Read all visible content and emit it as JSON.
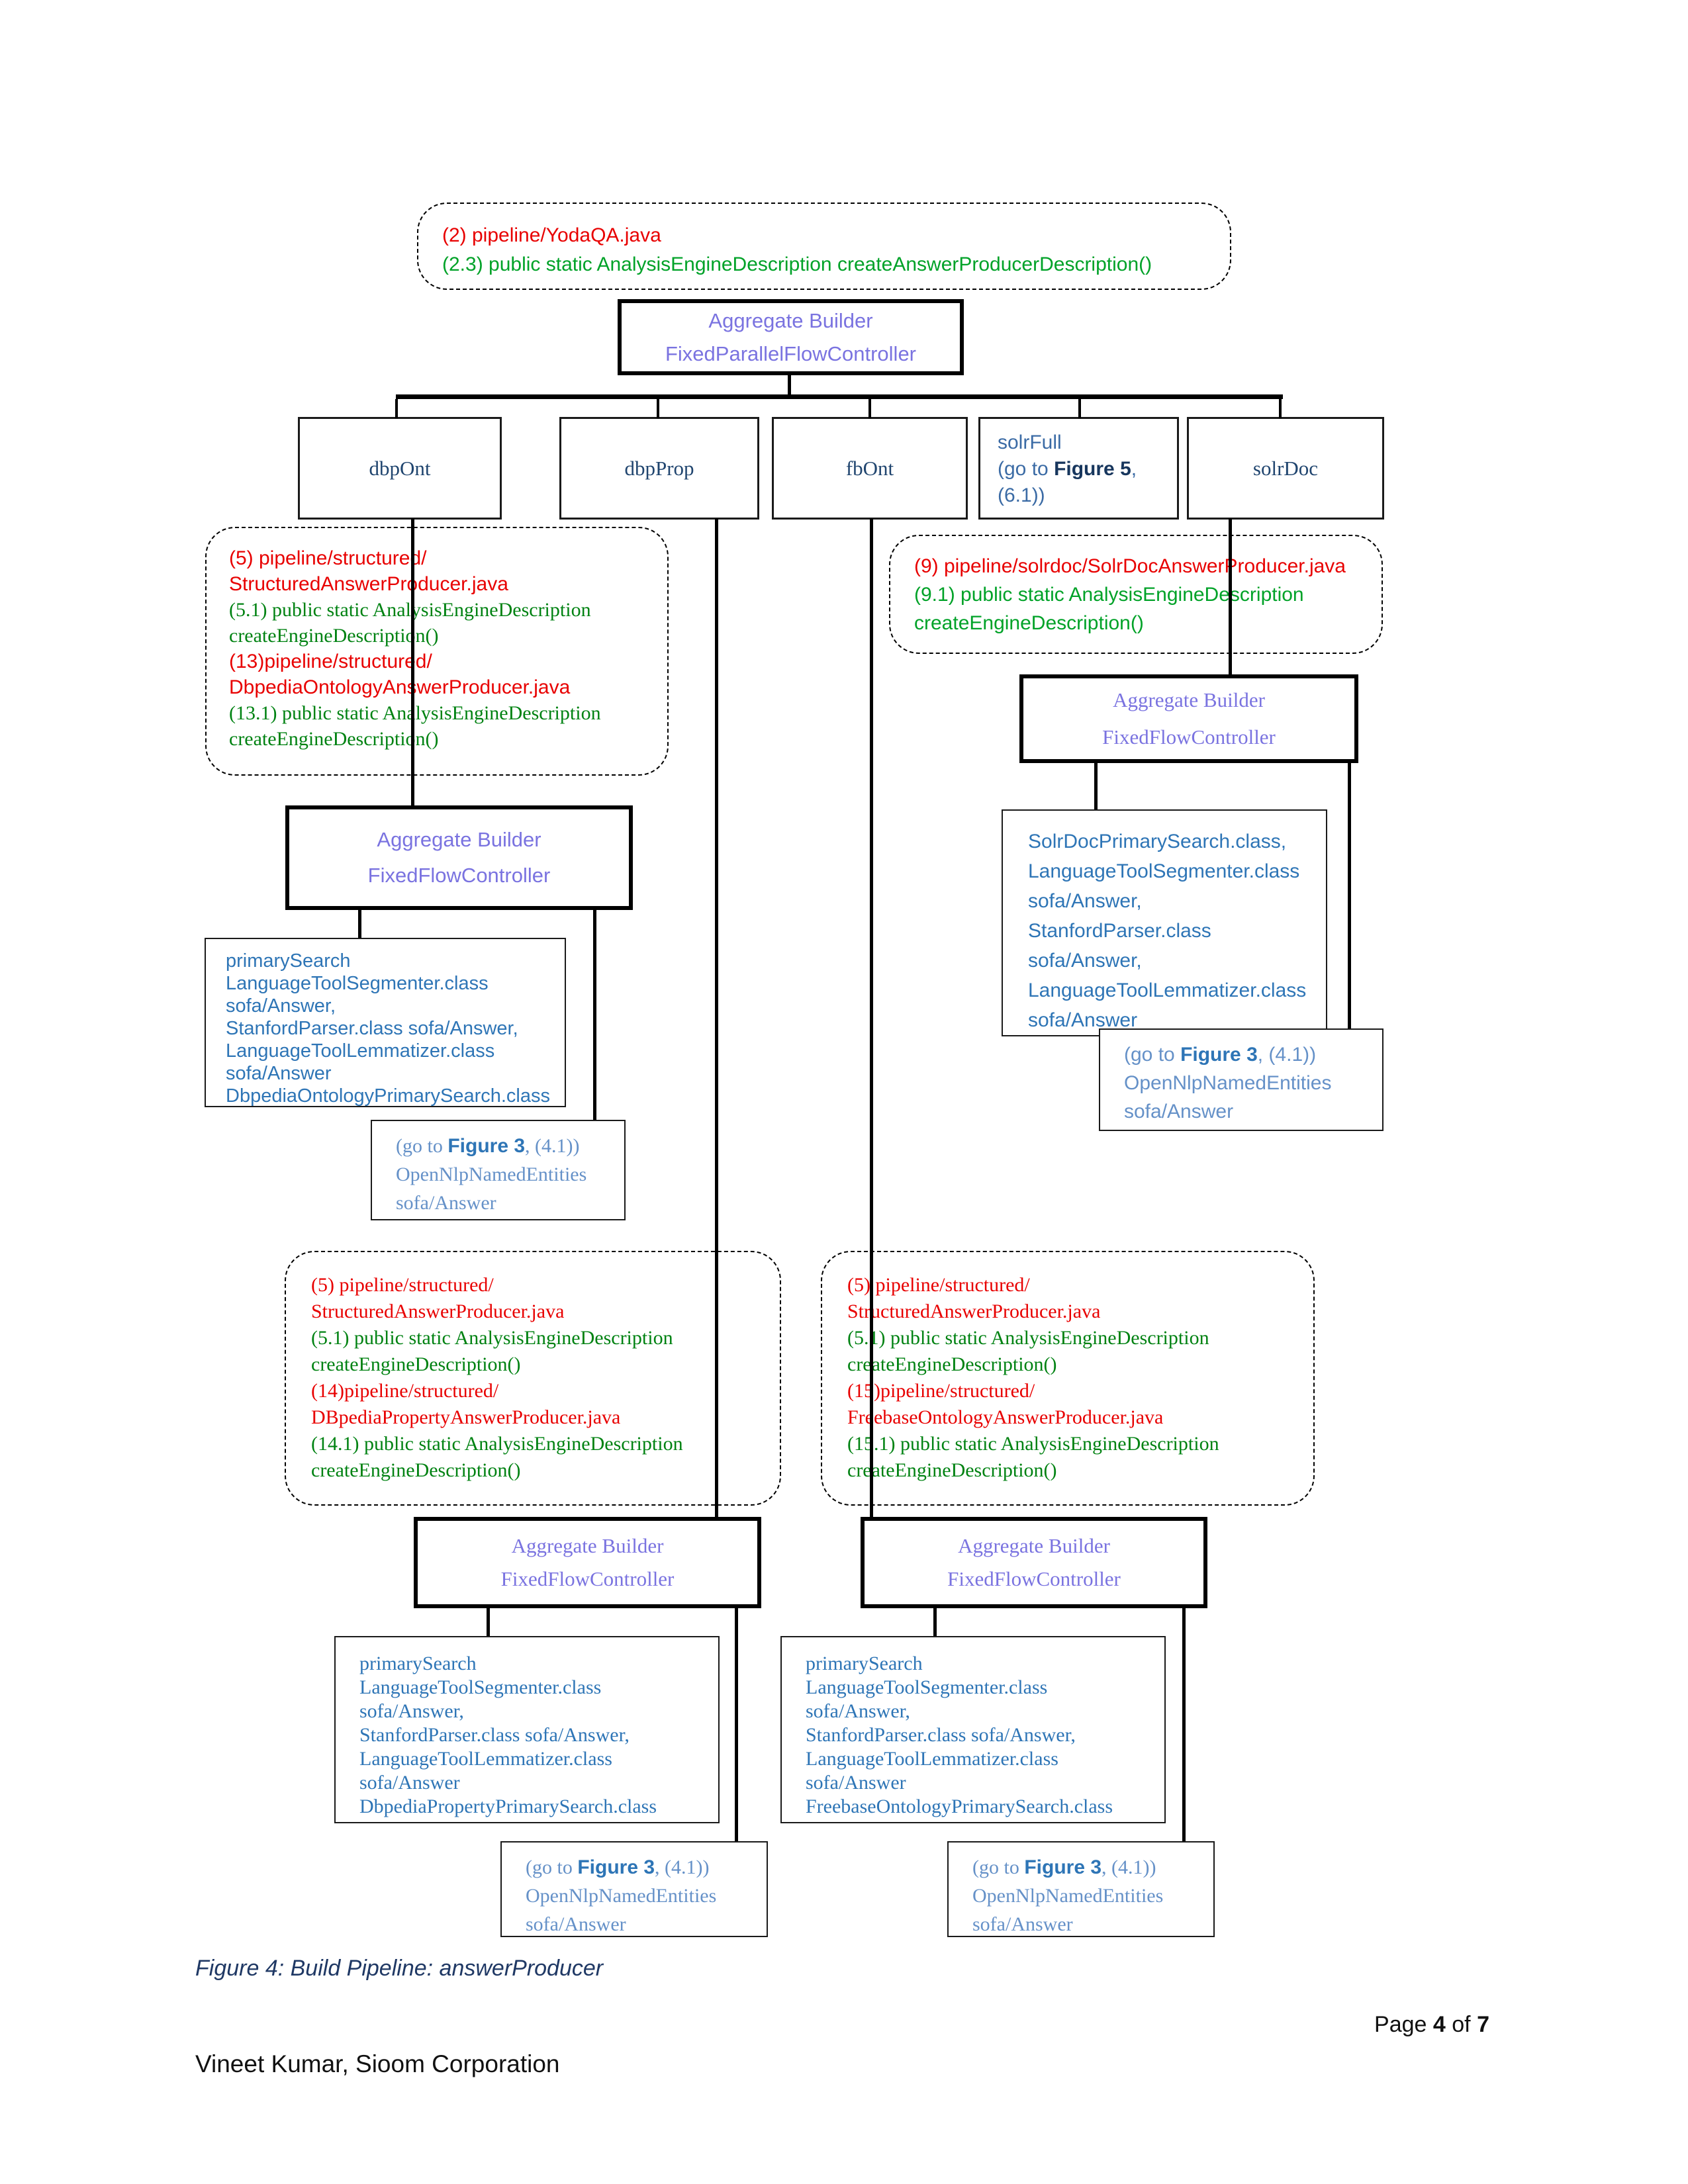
{
  "colors": {
    "red_code": "#e80000",
    "green_code": "#00a228",
    "purple_controller": "#7a73e0",
    "navy_node": "#20456f",
    "blue_class": "#2e75b6",
    "lightblue_ref": "#6591c8",
    "caption_navy": "#1f3864"
  },
  "boxes": {
    "note_top": {
      "lines": [
        "(2) pipeline/YodaQA.java",
        "(2.3) public static AnalysisEngineDescription createAnswerProducerDescription()"
      ]
    },
    "ab_root": {
      "line1": "Aggregate Builder",
      "line2": "FixedParallelFlowController"
    },
    "node_dbpont": {
      "label": "dbpOnt"
    },
    "node_dbpprop": {
      "label": "dbpProp"
    },
    "node_fbont": {
      "label": "fbOnt"
    },
    "node_solrfull": {
      "line1": "solrFull",
      "goto_prefix": "(go to ",
      "goto_bold": "Figure 5",
      "goto_suffix": ",",
      "line3": "(6.1))"
    },
    "node_solrdoc": {
      "label": "solrDoc"
    },
    "note_left": {
      "lines": [
        "(5) pipeline/structured/",
        "StructuredAnswerProducer.java",
        "(5.1) public static AnalysisEngineDescription",
        "createEngineDescription()",
        "(13)pipeline/structured/",
        "DbpediaOntologyAnswerProducer.java",
        "(13.1) public static AnalysisEngineDescription",
        "createEngineDescription()"
      ]
    },
    "note_solrdoc": {
      "lines": [
        "(9) pipeline/solrdoc/SolrDocAnswerProducer.java",
        "(9.1) public static AnalysisEngineDescription",
        "createEngineDescription()"
      ]
    },
    "ab_solrdoc": {
      "line1": "Aggregate Builder",
      "line2": "FixedFlowController"
    },
    "cls_solrdoc": {
      "lines": [
        "SolrDocPrimarySearch.class,",
        "LanguageToolSegmenter.class",
        "sofa/Answer,",
        "StanfordParser.class",
        "sofa/Answer,",
        "LanguageToolLemmatizer.class",
        "sofa/Answer"
      ]
    },
    "goto_solrdoc": {
      "prefix": "(go to ",
      "bold": "Figure 3",
      "suffix": ", (4.1))",
      "line2": "OpenNlpNamedEntities",
      "line3": "sofa/Answer"
    },
    "ab_dbpont": {
      "line1": "Aggregate Builder",
      "line2": "FixedFlowController"
    },
    "cls_dbpont": {
      "lines": [
        "primarySearch",
        "LanguageToolSegmenter.class",
        "sofa/Answer,",
        "StanfordParser.class sofa/Answer,",
        "LanguageToolLemmatizer.class",
        "sofa/Answer",
        "DbpediaOntologyPrimarySearch.class"
      ]
    },
    "goto_dbpont": {
      "prefix": "(go to ",
      "bold": "Figure 3",
      "suffix": ", (4.1))",
      "line2": "OpenNlpNamedEntities",
      "line3": "sofa/Answer"
    },
    "note_dbpprop": {
      "lines": [
        "(5) pipeline/structured/",
        "StructuredAnswerProducer.java",
        "(5.1) public static AnalysisEngineDescription",
        "createEngineDescription()",
        "(14)pipeline/structured/",
        "DBpediaPropertyAnswerProducer.java",
        "(14.1) public static AnalysisEngineDescription",
        "createEngineDescription()"
      ]
    },
    "note_fbont": {
      "lines": [
        "(5) pipeline/structured/",
        "StructuredAnswerProducer.java",
        "(5.1) public static AnalysisEngineDescription",
        "createEngineDescription()",
        "(15)pipeline/structured/",
        "FreebaseOntologyAnswerProducer.java",
        "(15.1) public static AnalysisEngineDescription",
        "createEngineDescription()"
      ]
    },
    "ab_dbpprop": {
      "line1": "Aggregate Builder",
      "line2": "FixedFlowController"
    },
    "cls_dbpprop": {
      "lines": [
        "primarySearch",
        "LanguageToolSegmenter.class",
        "sofa/Answer,",
        "StanfordParser.class sofa/Answer,",
        "LanguageToolLemmatizer.class",
        "sofa/Answer",
        "DbpediaPropertyPrimarySearch.class"
      ]
    },
    "goto_dbpprop": {
      "prefix": "(go to ",
      "bold": "Figure 3",
      "suffix": ", (4.1))",
      "line2": "OpenNlpNamedEntities",
      "line3": "sofa/Answer"
    },
    "ab_fbont": {
      "line1": "Aggregate Builder",
      "line2": "FixedFlowController"
    },
    "cls_fbont": {
      "lines": [
        "primarySearch",
        "LanguageToolSegmenter.class",
        "sofa/Answer,",
        "StanfordParser.class sofa/Answer,",
        "LanguageToolLemmatizer.class",
        "sofa/Answer",
        "FreebaseOntologyPrimarySearch.class"
      ]
    },
    "goto_fbont": {
      "prefix": "(go to ",
      "bold": "Figure 3",
      "suffix": ", (4.1))",
      "line2": "OpenNlpNamedEntities",
      "line3": "sofa/Answer"
    }
  },
  "caption": "Figure 4: Build Pipeline: answerProducer",
  "footer": {
    "page_word": "Page ",
    "page_number": "4",
    "of_word": " of ",
    "page_total": "7",
    "author": "Vineet Kumar, Sioom Corporation"
  }
}
